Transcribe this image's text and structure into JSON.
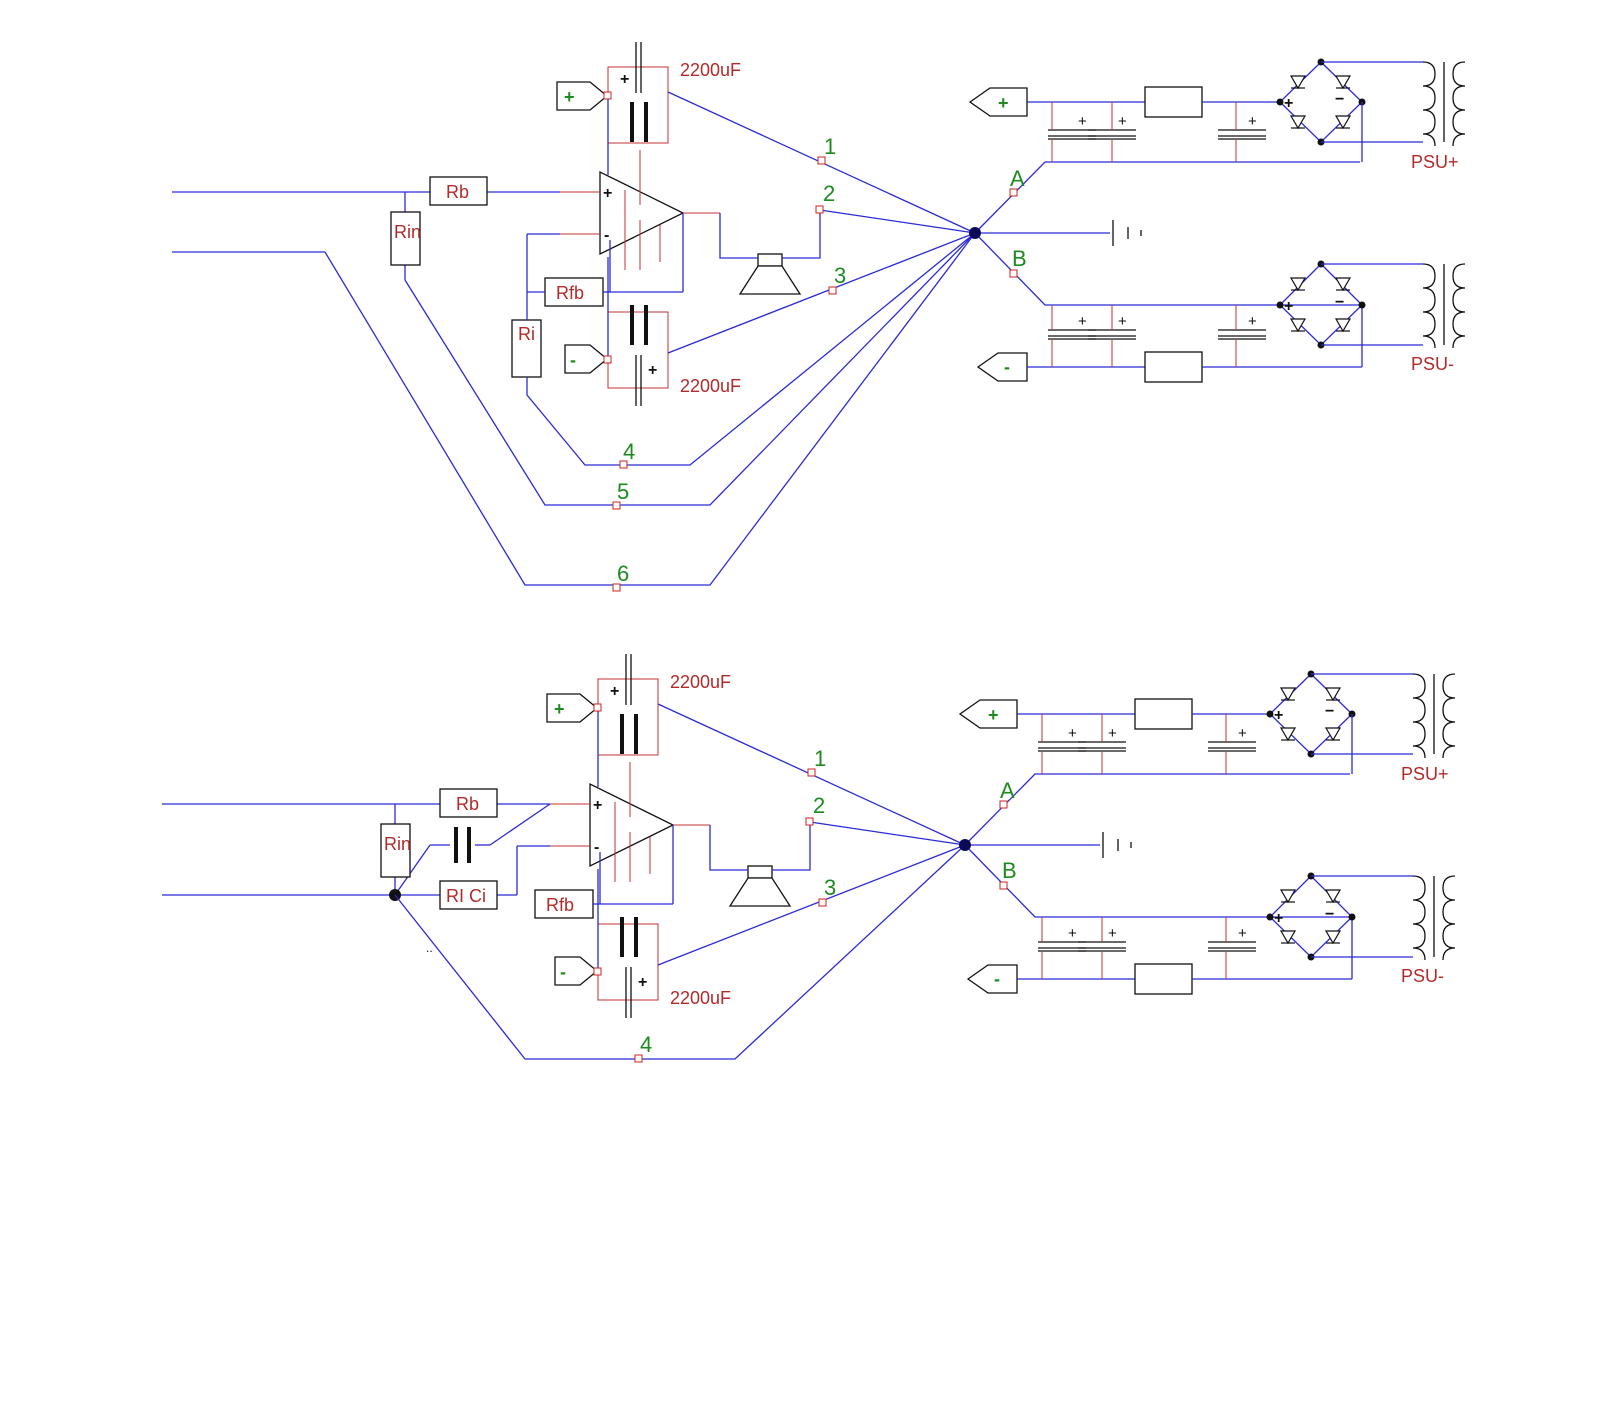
{
  "schematics": [
    {
      "id": "top",
      "labels": {
        "rb": "Rb",
        "rin": "Rin",
        "rfb": "Rfb",
        "ri": "Ri",
        "cap_top": "2200uF",
        "cap_bottom": "2200uF",
        "plus_rail": "+",
        "minus_rail": "-",
        "psu_pos": "PSU+",
        "psu_neg": "PSU-",
        "node_a": "A",
        "node_b": "B",
        "wires": [
          "1",
          "2",
          "3",
          "4",
          "5",
          "6"
        ]
      }
    },
    {
      "id": "bottom",
      "labels": {
        "rb": "Rb",
        "rin": "Rin",
        "rfb": "Rfb",
        "rici": "RI Ci",
        "cap_top": "2200uF",
        "cap_bottom": "2200uF",
        "plus_rail": "+",
        "minus_rail": "-",
        "psu_pos": "PSU+",
        "psu_neg": "PSU-",
        "node_a": "A",
        "node_b": "B",
        "wires": [
          "1",
          "2",
          "3",
          "4"
        ]
      }
    }
  ],
  "colors": {
    "wire": "#2b2bd6",
    "component_label": "#b22a2a",
    "net_label": "#1f8a1f",
    "pin": "#c23030"
  }
}
